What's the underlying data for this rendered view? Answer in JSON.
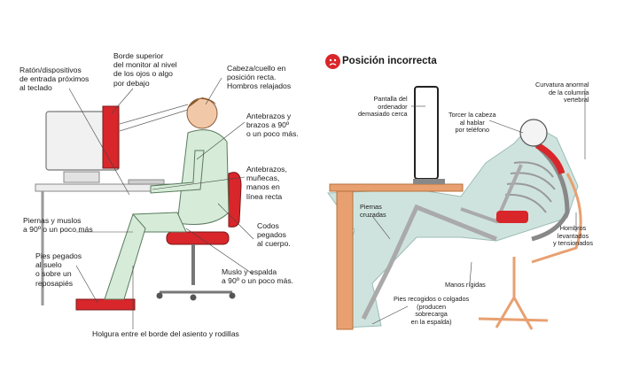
{
  "left": {
    "labels": {
      "mouse": "Ratón/dispositivos\nde entrada próximos\nal teclado",
      "monitor": "Borde superior\ndel monitor al nivel\nde los ojos o algo\npor debajo",
      "head": "Cabeza/cuello en\nposición recta.\nHombros relajados",
      "forearms": "Antebrazos y\nbrazos a 90º\no un poco más.",
      "wrists": "Antebrazos,\nmuñecas,\nmanos en\nlínea recta",
      "legs": "Piernas y muslos\na 90º o un poco más",
      "elbows": "Codos\npegados\nal cuerpo.",
      "feet": "Pies pegados\nal suelo\no sobre un\nreposapiés",
      "thigh_back": "Muslo y espalda\na 90º o un poco más.",
      "clearance": "Holgura entre el borde del asiento y rodillas"
    }
  },
  "right": {
    "title": "Posición incorrecta",
    "icon": "warning-face-icon",
    "labels": {
      "screen": "Pantalla del\nordenador\ndemasiado cerca",
      "twist": "Torcer la cabeza\nal hablar\npor teléfono",
      "spine": "Curvatura anormal\nde la columna\nvertebral",
      "crossed": "Piernas\ncruzadas",
      "hands": "Manos rígidas",
      "shoulders": "Hombros\nlevantados\ny tensionados",
      "feet": "Pies recogidos o colgados\n(producen\nsobrecarga\nen la espalda)"
    }
  },
  "colors": {
    "accent_red": "#d8262b",
    "teal_shadow": "#cfe3de",
    "skin": "#f2c9a8",
    "shirt": "#d6ecd8",
    "desk": "#e8a070"
  }
}
